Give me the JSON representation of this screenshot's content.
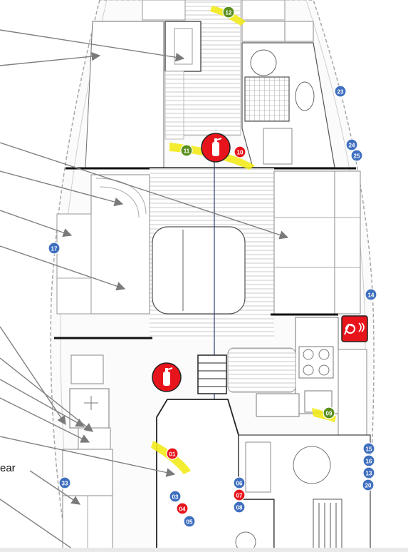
{
  "side_label": "ear",
  "colors": {
    "green": "#5a8f1e",
    "red": "#e8141c",
    "blue": "#3f6fbf",
    "highlight": "#f2ea1a",
    "line": "#222222",
    "arrow": "#808080"
  },
  "icons": {
    "extinguisher": "fire-extinguisher-icon",
    "fire_hose": "fire-hose-reel-icon"
  },
  "markers": [
    {
      "id": "12",
      "color": "green"
    },
    {
      "id": "11",
      "color": "green"
    },
    {
      "id": "10",
      "color": "red"
    },
    {
      "id": "23",
      "color": "blue"
    },
    {
      "id": "24",
      "color": "blue"
    },
    {
      "id": "25",
      "color": "blue"
    },
    {
      "id": "17",
      "color": "blue"
    },
    {
      "id": "14",
      "color": "blue"
    },
    {
      "id": "09",
      "color": "green"
    },
    {
      "id": "01",
      "color": "red"
    },
    {
      "id": "15",
      "color": "blue"
    },
    {
      "id": "16",
      "color": "blue"
    },
    {
      "id": "13",
      "color": "blue"
    },
    {
      "id": "20",
      "color": "blue"
    },
    {
      "id": "33",
      "color": "blue"
    },
    {
      "id": "06",
      "color": "blue"
    },
    {
      "id": "07",
      "color": "red"
    },
    {
      "id": "08",
      "color": "blue"
    },
    {
      "id": "03",
      "color": "blue"
    },
    {
      "id": "04",
      "color": "red"
    },
    {
      "id": "05",
      "color": "blue"
    }
  ]
}
